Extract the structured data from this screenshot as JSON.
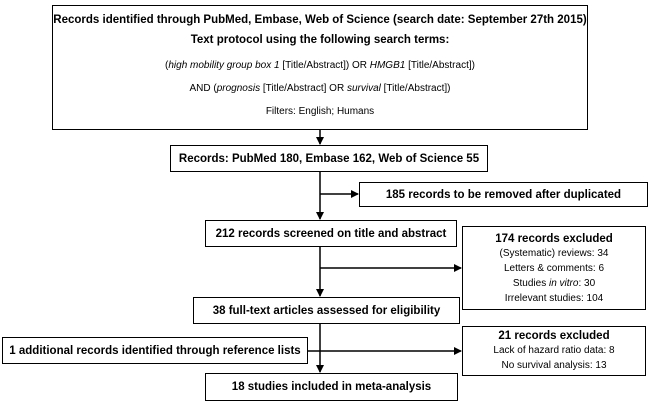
{
  "identification": {
    "title": "Records identified through PubMed, Embase, Web of Science (search date: September 27th 2015)",
    "protocol_heading": "Text protocol using the following search terms:",
    "query_line1": {
      "p1": "(",
      "i1": "high mobility group box 1",
      "p2": " [Title/Abstract]) OR ",
      "i2": "HMGB1",
      "p3": " [Title/Abstract])"
    },
    "query_line2": {
      "p1": "AND (",
      "i1": "prognosis",
      "p2": " [Title/Abstract] OR ",
      "i2": "survival",
      "p3": " [Title/Abstract])"
    },
    "filters": "Filters: English; Humans"
  },
  "records": "Records: PubMed 180, Embase 162, Web of Science 55",
  "duplicates": "185 records to be removed after duplicated",
  "screened": "212 records screened on title and abstract",
  "excluded_screening": {
    "title": "174 records excluded",
    "reasons": [
      "(Systematic) reviews: 34",
      "Letters & comments: 6",
      "Irrelevant studies: 104"
    ],
    "in_vitro": {
      "pre": "Studies ",
      "italic": "in vitro",
      "post": ": 30"
    }
  },
  "fulltext": "38 full-text articles assessed for eligibility",
  "excluded_fulltext": {
    "title": "21 records excluded",
    "reasons": [
      "Lack of hazard ratio data: 8",
      "No survival analysis: 13"
    ]
  },
  "additional": "1 additional records identified through reference lists",
  "included": "18 studies included in meta-analysis"
}
